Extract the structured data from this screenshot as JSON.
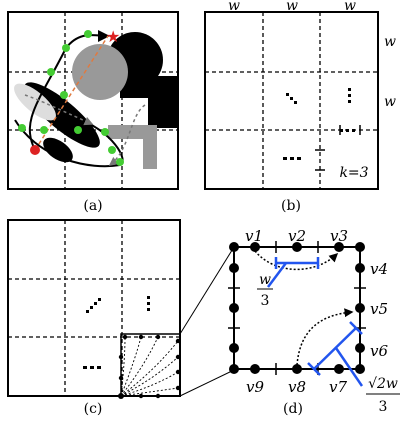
{
  "panels": {
    "a": {
      "caption": "(a)"
    },
    "b": {
      "caption": "(b)",
      "w_label": "w",
      "k_label": "k=3"
    },
    "c": {
      "caption": "(c)"
    },
    "d": {
      "caption": "(d)",
      "vertices": [
        "v1",
        "v2",
        "v3",
        "v4",
        "v5",
        "v6",
        "v7",
        "v8",
        "v9"
      ],
      "w_over_3": {
        "num": "w",
        "den": "3"
      },
      "sqrt2w_over_3": {
        "num": "√2w",
        "den": "3"
      }
    }
  },
  "colors": {
    "blue": "#2255ee",
    "red": "#dd2222",
    "green": "#44cc33",
    "gray": "#999999",
    "dark_gray": "#888888"
  }
}
